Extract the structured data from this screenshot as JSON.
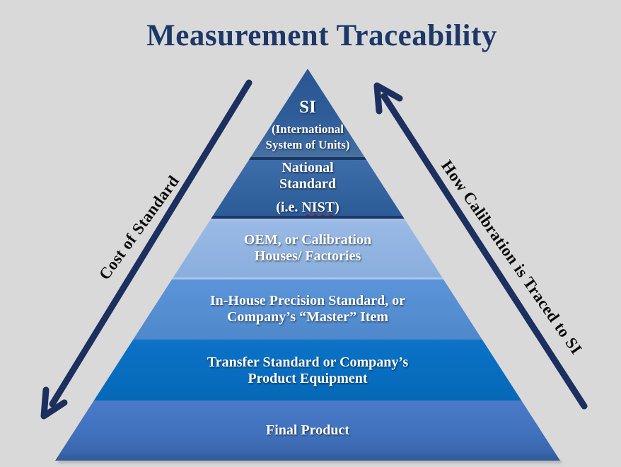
{
  "title": "Measurement Traceability",
  "pyramid": {
    "levels": [
      {
        "id": "si",
        "heading": "SI",
        "line1": "(International",
        "line2": "System of Units)"
      },
      {
        "id": "national",
        "line1": "National",
        "line2": "Standard",
        "note_pre": "(i.e. ",
        "note_word": "NIST",
        "note_post": ")"
      },
      {
        "id": "oem",
        "line1": "OEM, or Calibration",
        "line2": "Houses/ Factories"
      },
      {
        "id": "in_house",
        "line1": "In-House Precision Standard, or",
        "line2": "Company’s “Master”  Item"
      },
      {
        "id": "transfer",
        "line1": "Transfer Standard or Company’s",
        "line2": "Product Equipment"
      },
      {
        "id": "final",
        "line1": "Final Product"
      }
    ]
  },
  "arrows": {
    "left_label": "Cost of Standard",
    "right_label": "How Calibration is Traced to SI"
  },
  "colors": {
    "background": "#d9d9d9",
    "title_navy": "#1d3868",
    "arrow_navy": "#1c2f5e",
    "separator_navy": "#1b3763",
    "si_fill": "#2e5c97",
    "national_fill": "#336299",
    "oem_fill": "#8fb2e0",
    "in_house_fill": "#548ed2",
    "transfer_fill": "#0a70c2",
    "final_fill": "#4273bf",
    "spellcheck_red": "#c00000",
    "text_white": "#ffffff",
    "label_black": "#0b0b0b"
  }
}
